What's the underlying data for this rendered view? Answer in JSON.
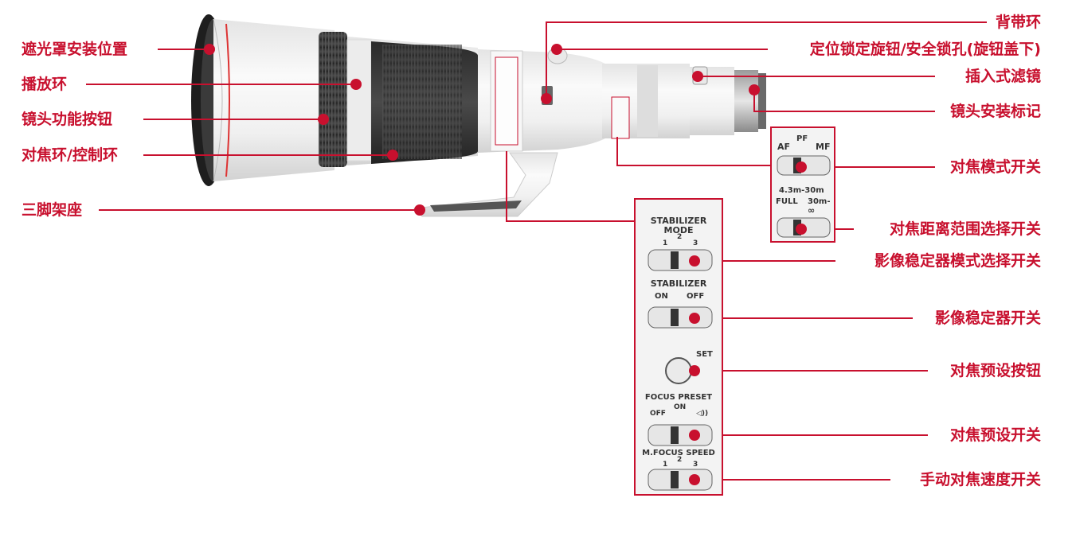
{
  "labels": {
    "hood_mount": "遮光罩安装位置",
    "playback_ring": "播放环",
    "function_button": "镜头功能按钮",
    "focus_ring": "对焦环/控制环",
    "tripod_mount": "三脚架座",
    "strap_ring": "背带环",
    "lock_knob": "定位锁定旋钮/安全锁孔(旋钮盖下)",
    "drop_in_filter": "插入式滤镜",
    "mount_index": "镜头安装标记",
    "focus_mode_switch": "对焦模式开关",
    "distance_range_switch": "对焦距离范围选择开关",
    "is_mode_switch": "影像稳定器模式选择开关",
    "is_switch": "影像稳定器开关",
    "focus_preset_button": "对焦预设按钮",
    "focus_preset_switch": "对焦预设开关",
    "mf_speed_switch": "手动对焦速度开关"
  },
  "focus_panel": {
    "af": "AF",
    "pf": "PF",
    "mf": "MF",
    "range_top": "4.3m-30m",
    "full": "FULL",
    "range_right": "30m-",
    "infinity": "∞"
  },
  "stabilizer_panel": {
    "mode_title_1": "STABILIZER",
    "mode_title_2": "MODE",
    "mode_1": "1",
    "mode_2": "2",
    "mode_3": "3",
    "stab_title": "STABILIZER",
    "on": "ON",
    "off": "OFF",
    "set": "SET",
    "preset_title": "FOCUS PRESET",
    "preset_on": "ON",
    "preset_off": "OFF",
    "preset_sound": "◁))",
    "speed_title": "M.FOCUS SPEED",
    "speed_1": "1",
    "speed_2": "2",
    "speed_3": "3"
  },
  "colors": {
    "accent": "#c8102e",
    "lens_white": "#f2f2f2",
    "rubber": "#3a3a3a"
  }
}
